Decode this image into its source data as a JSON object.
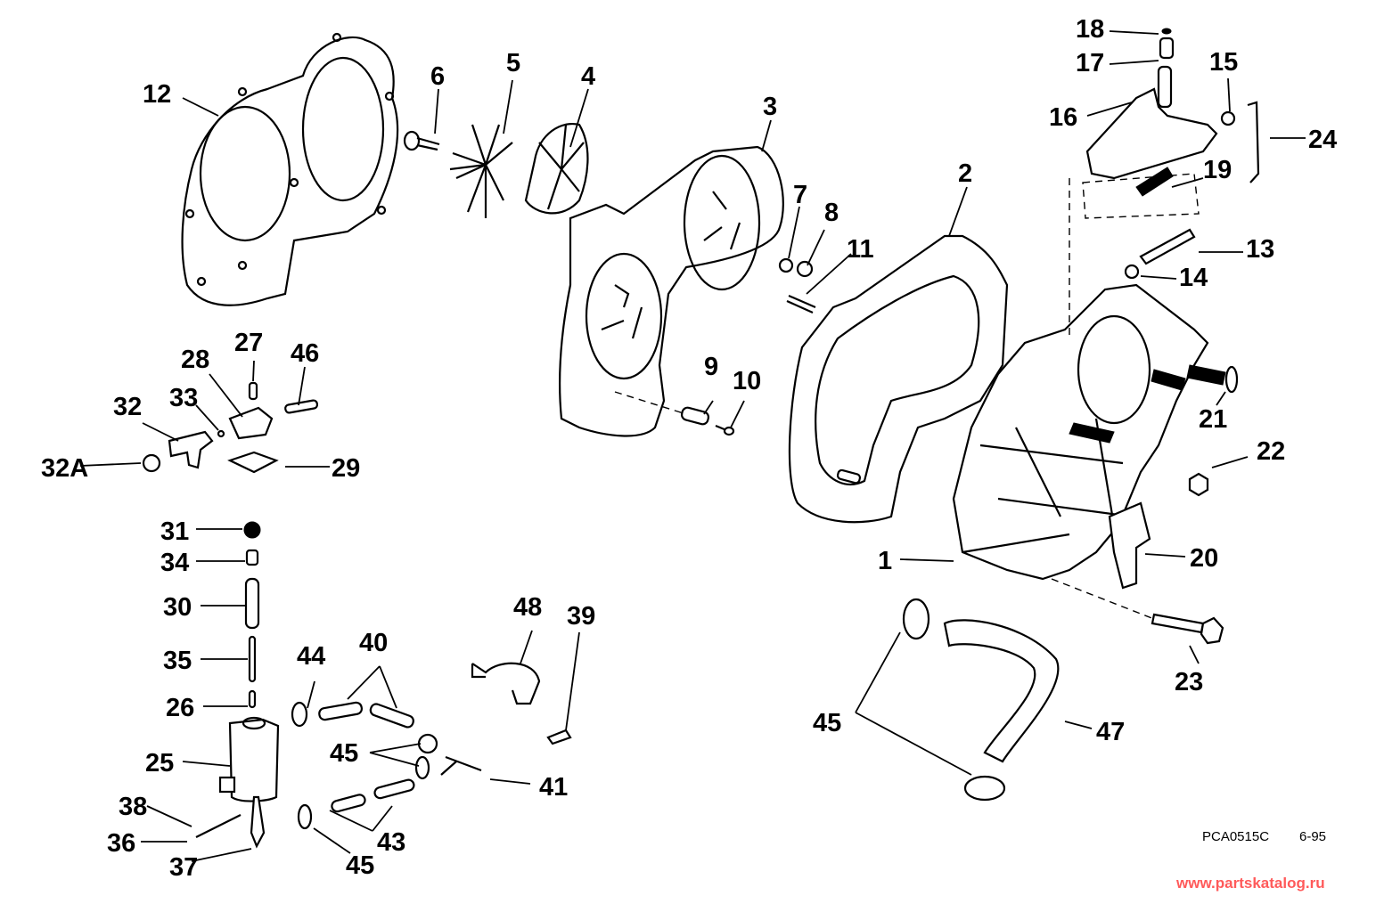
{
  "diagram": {
    "title": "Exploded parts diagram",
    "drawing_code": "PCA0515C",
    "drawing_date": "6-95",
    "watermark": "www.partskatalog.ru",
    "labels": {
      "1": "1",
      "2": "2",
      "3": "3",
      "4": "4",
      "5": "5",
      "6": "6",
      "7": "7",
      "8": "8",
      "9": "9",
      "10": "10",
      "11": "11",
      "12": "12",
      "13": "13",
      "14": "14",
      "15": "15",
      "16": "16",
      "17": "17",
      "18": "18",
      "19": "19",
      "20": "20",
      "21": "21",
      "22": "22",
      "23": "23",
      "24": "24",
      "25": "25",
      "26": "26",
      "27": "27",
      "28": "28",
      "29": "29",
      "30": "30",
      "31": "31",
      "32": "32",
      "32A": "32A",
      "33": "33",
      "34": "34",
      "35": "35",
      "36": "36",
      "37": "37",
      "38": "38",
      "39": "39",
      "40": "40",
      "41": "41",
      "43": "43",
      "44": "44",
      "45": "45",
      "46": "46",
      "47": "47",
      "48": "48"
    }
  }
}
